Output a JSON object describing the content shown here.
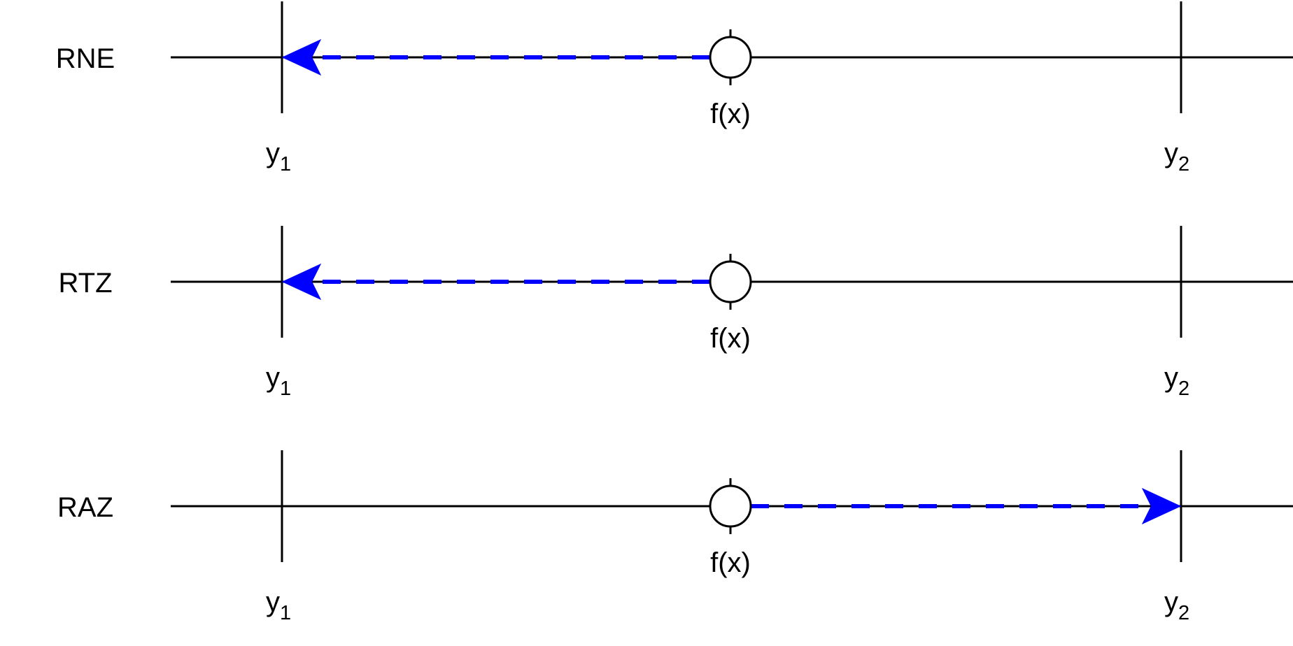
{
  "diagram": {
    "colors": {
      "line": "#000000",
      "arrow": "#0000ff",
      "marker_fill": "#ffffff"
    },
    "value_label": "f(x)",
    "bound_labels": {
      "lower": {
        "base": "y",
        "sub": "1"
      },
      "upper": {
        "base": "y",
        "sub": "2"
      }
    },
    "rows": [
      {
        "label": "RNE",
        "direction": "toward-y1"
      },
      {
        "label": "RTZ",
        "direction": "toward-y1"
      },
      {
        "label": "RAZ",
        "direction": "toward-y2"
      }
    ]
  }
}
